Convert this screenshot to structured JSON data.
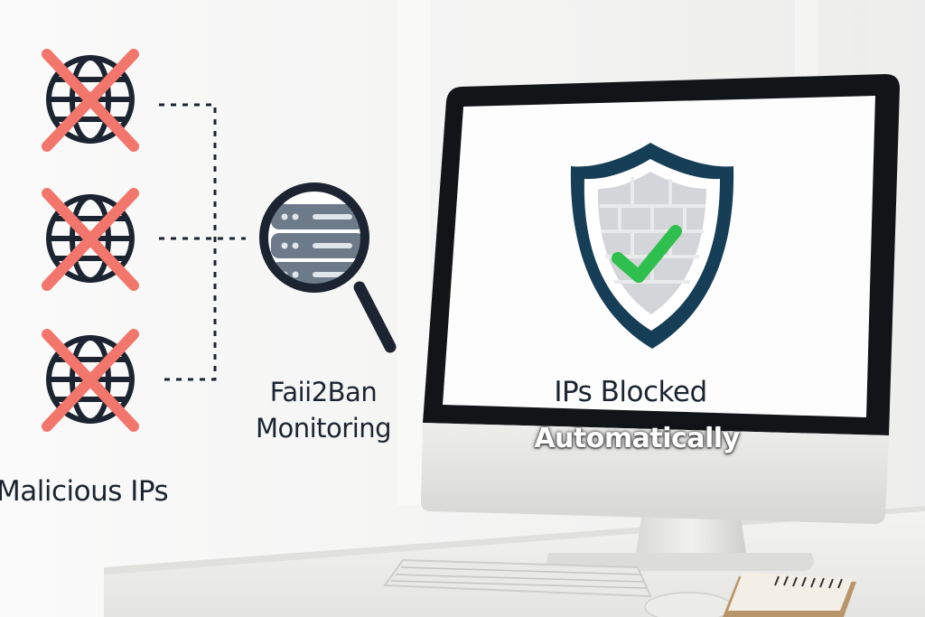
{
  "labels": {
    "malicious_ips": "Malicious IPs",
    "monitor_title": "Faii2Ban",
    "monitor_subtitle": "Monitoring",
    "blocked_title": "IPs Blocked",
    "blocked_subtitle": "Automatically"
  },
  "icons": {
    "threat": "crossed-globe-icon",
    "monitor": "magnifier-server-icon",
    "result": "shield-check-icon"
  },
  "colors": {
    "ink": "#1b2430",
    "cross": "#f2766c",
    "check": "#2fbf4f",
    "shield_outline": "#173e57",
    "server": "#6c7a89"
  }
}
